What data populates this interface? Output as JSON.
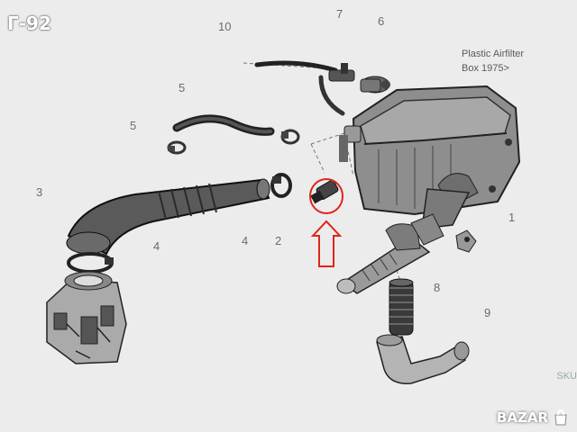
{
  "badge": "Г-92",
  "diagram": {
    "caption_line1": "Plastic Airfilter",
    "caption_line2": "Box 1975>",
    "callouts": {
      "c10": "10",
      "c7": "7",
      "c6": "6",
      "c5a": "5",
      "c5b": "5",
      "c3": "3",
      "c4a": "4",
      "c4b": "4",
      "c2": "2",
      "c1": "1",
      "c8": "8",
      "c9": "9"
    },
    "highlight_color": "#e0251b"
  },
  "edge_text": "SKU",
  "watermark": {
    "text": "BAZAR",
    "icon": "bag-icon"
  }
}
